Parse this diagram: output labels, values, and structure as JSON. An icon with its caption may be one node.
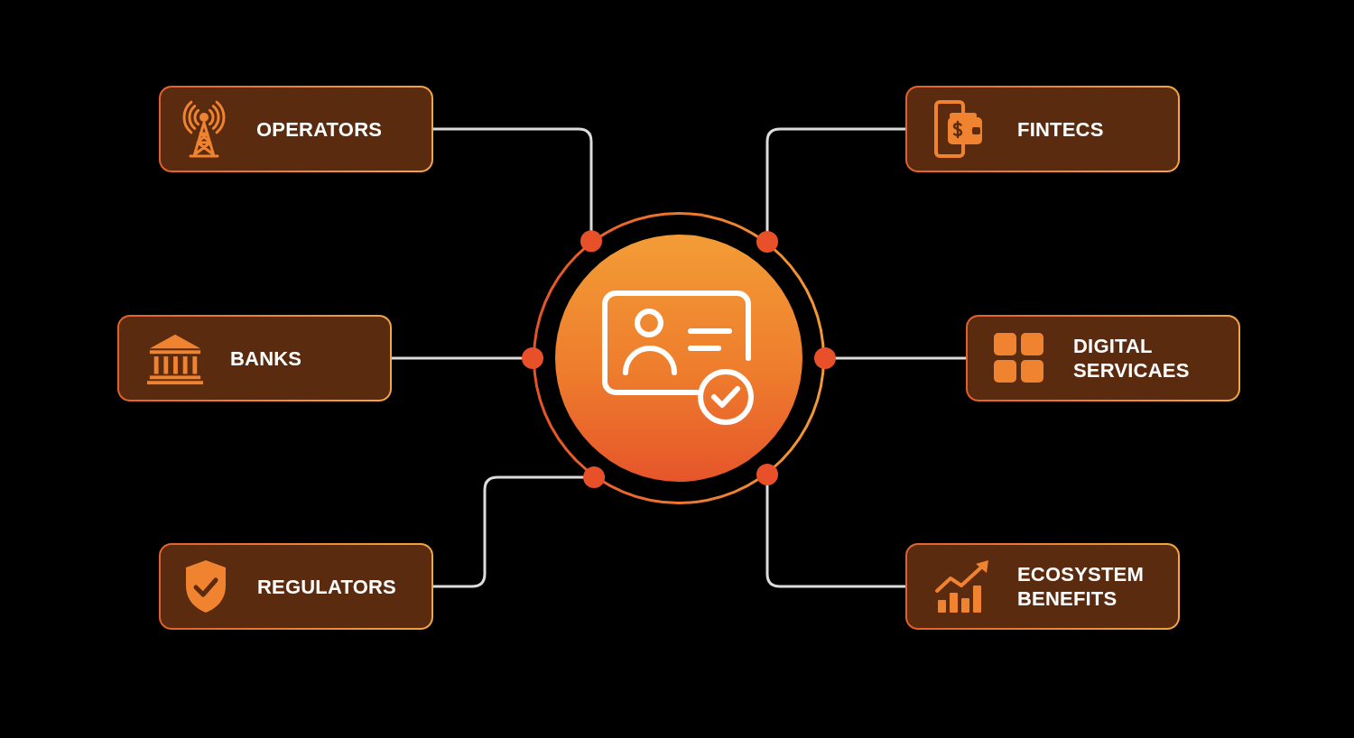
{
  "diagram": {
    "nodes": [
      {
        "text": [
          "OPERATORS"
        ]
      },
      {
        "text": [
          "FINTECS"
        ]
      },
      {
        "text": [
          "BANKS"
        ]
      },
      {
        "text": [],
        "shape": "circle"
      },
      {
        "text": [
          "DIGITAL SERVICAES"
        ]
      },
      {
        "text": [
          "REGULATORS"
        ]
      },
      {
        "text": [
          "ECOSYSTEM BENEFITS"
        ]
      }
    ],
    "edges": [
      {
        "from": 0,
        "to": 3,
        "arrow": "other"
      },
      {
        "from": 1,
        "to": 3,
        "arrow": "other"
      },
      {
        "from": 2,
        "to": 3,
        "arrow": "other"
      },
      {
        "from": 4,
        "to": 3,
        "arrow": "other"
      },
      {
        "from": 5,
        "to": 3,
        "arrow": "other"
      },
      {
        "from": 6,
        "to": 3,
        "arrow": "other"
      }
    ]
  }
}
